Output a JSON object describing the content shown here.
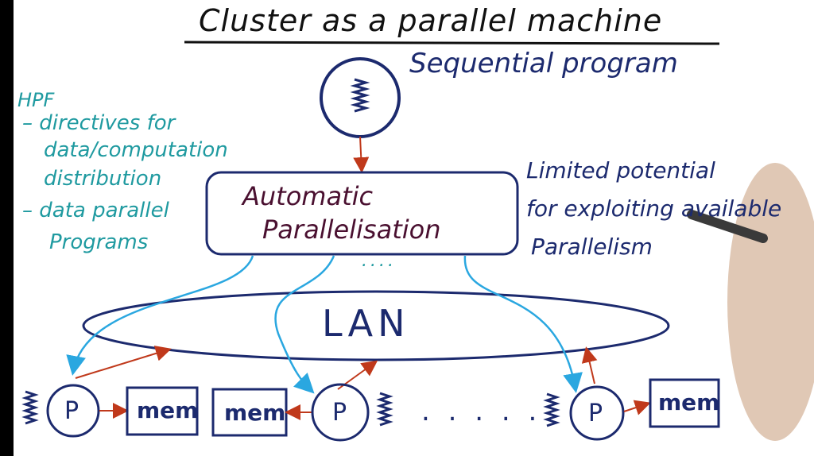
{
  "title": "Cluster as a parallel machine",
  "sequential_program": "Sequential program",
  "hpf": {
    "heading": "HPF",
    "lines": [
      "– directives for",
      "data/computation",
      "distribution",
      "– data parallel",
      "Programs"
    ]
  },
  "auto_parallel": {
    "line1": "Automatic",
    "line2": "Parallelisation",
    "dots": "...."
  },
  "limited": {
    "lines": [
      "Limited potential",
      "for exploiting available",
      "Parallelism"
    ]
  },
  "lan": "LAN",
  "nodes": [
    {
      "proc": "P",
      "mem": "mem"
    },
    {
      "proc": "P",
      "mem": "mem"
    },
    {
      "proc": "P",
      "mem": "mem"
    }
  ],
  "ellipsis": ". . . . ."
}
